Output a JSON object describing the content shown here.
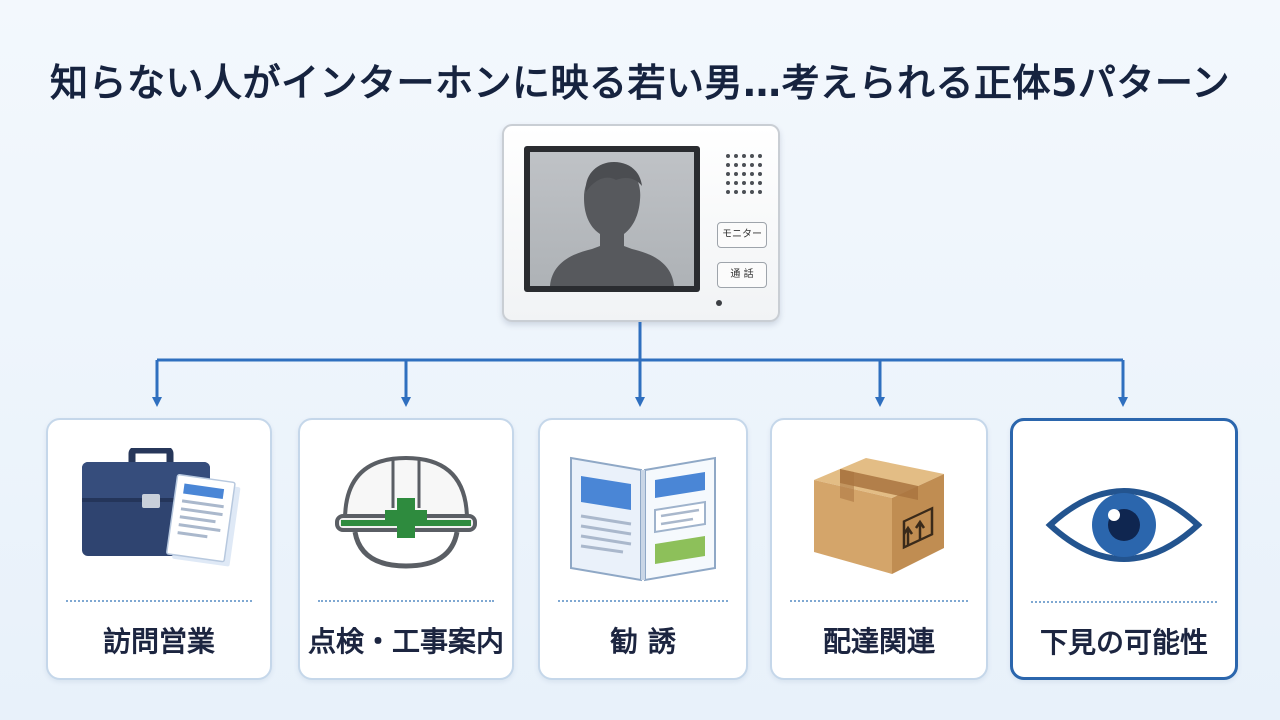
{
  "title": "知らない人がインターホンに映る若い男…考えられる正体5パターン",
  "intercom": {
    "monitor_button": "モニター",
    "talk_button": "通 話"
  },
  "patterns": [
    {
      "label": "訪問営業",
      "icon": "briefcase-icon"
    },
    {
      "label": "点検・工事案内",
      "icon": "hardhat-icon"
    },
    {
      "label": "勧 誘",
      "icon": "brochure-icon"
    },
    {
      "label": "配達関連",
      "icon": "package-box-icon"
    },
    {
      "label": "下見の可能性",
      "icon": "eye-icon"
    }
  ],
  "colors": {
    "accent": "#2b66ad",
    "connector": "#2f6fbf",
    "title": "#16233f"
  }
}
